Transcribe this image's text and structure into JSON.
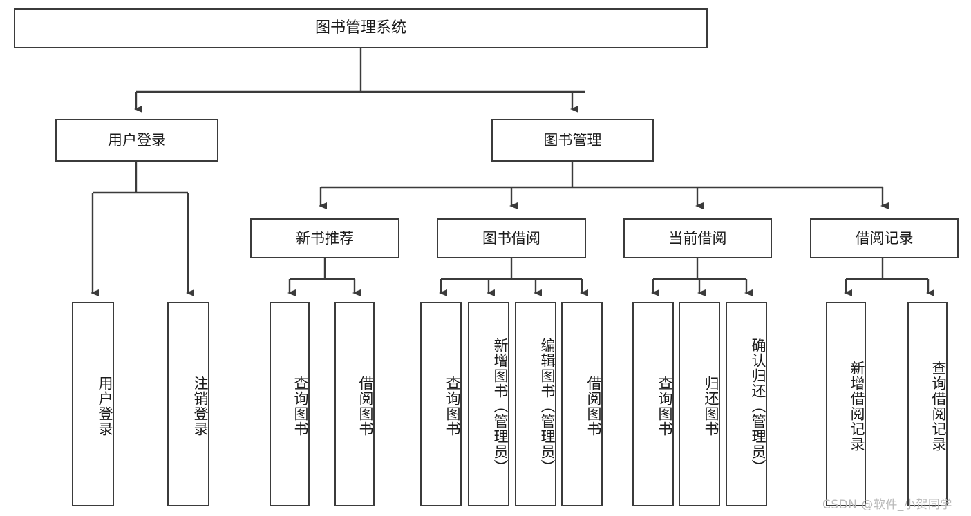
{
  "diagram": {
    "title": "图书管理系统",
    "type": "tree",
    "levels": [
      {
        "level": 1,
        "nodes": [
          {
            "id": "root",
            "label": "图书管理系统",
            "orientation": "horizontal"
          }
        ]
      },
      {
        "level": 2,
        "nodes": [
          {
            "id": "login",
            "label": "用户登录",
            "orientation": "horizontal",
            "parent": "root"
          },
          {
            "id": "bookmgmt",
            "label": "图书管理",
            "orientation": "horizontal",
            "parent": "root"
          }
        ]
      },
      {
        "level": 3,
        "nodes": [
          {
            "id": "newbook",
            "label": "新书推荐",
            "orientation": "horizontal",
            "parent": "bookmgmt"
          },
          {
            "id": "borrow",
            "label": "图书借阅",
            "orientation": "horizontal",
            "parent": "bookmgmt"
          },
          {
            "id": "current",
            "label": "当前借阅",
            "orientation": "horizontal",
            "parent": "bookmgmt"
          },
          {
            "id": "records",
            "label": "借阅记录",
            "orientation": "horizontal",
            "parent": "bookmgmt"
          }
        ]
      },
      {
        "level": 4,
        "nodes": [
          {
            "id": "leaf1",
            "label": "用户登录",
            "orientation": "vertical",
            "parent": "login"
          },
          {
            "id": "leaf2",
            "label": "注销登录",
            "orientation": "vertical",
            "parent": "login"
          },
          {
            "id": "leaf3",
            "label": "查询图书",
            "orientation": "vertical",
            "parent": "newbook"
          },
          {
            "id": "leaf4",
            "label": "借阅图书",
            "orientation": "vertical",
            "parent": "newbook"
          },
          {
            "id": "leaf5",
            "label": "查询图书",
            "orientation": "vertical",
            "parent": "borrow"
          },
          {
            "id": "leaf6",
            "label": "新增图书（管理员）",
            "orientation": "vertical",
            "parent": "borrow"
          },
          {
            "id": "leaf7",
            "label": "编辑图书（管理员）",
            "orientation": "vertical",
            "parent": "borrow"
          },
          {
            "id": "leaf8",
            "label": "借阅图书",
            "orientation": "vertical",
            "parent": "borrow"
          },
          {
            "id": "leaf9",
            "label": "查询图书",
            "orientation": "vertical",
            "parent": "current"
          },
          {
            "id": "leaf10",
            "label": "归还图书",
            "orientation": "vertical",
            "parent": "current"
          },
          {
            "id": "leaf11",
            "label": "确认归还（管理员）",
            "orientation": "vertical",
            "parent": "current"
          },
          {
            "id": "leaf12",
            "label": "新增借阅记录",
            "orientation": "vertical",
            "parent": "records"
          },
          {
            "id": "leaf13",
            "label": "查询借阅记录",
            "orientation": "vertical",
            "parent": "records"
          }
        ]
      }
    ],
    "watermark": "CSDN @软件_小贺同学",
    "colors": {
      "border": "#3b3b3b",
      "text": "#1b1b1b",
      "background": "#ffffff",
      "watermark": "#b9b9b9"
    }
  }
}
